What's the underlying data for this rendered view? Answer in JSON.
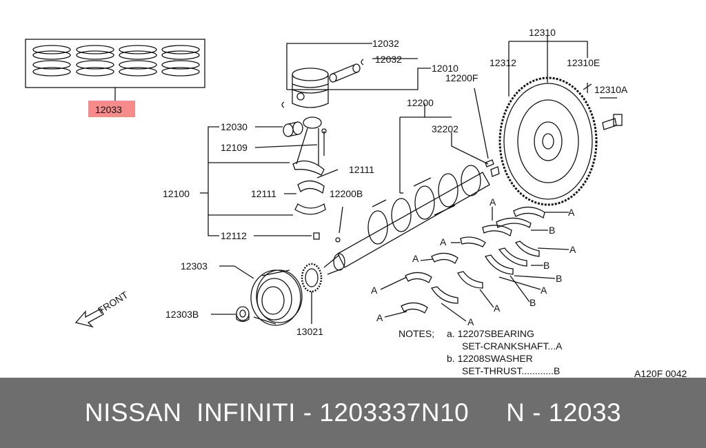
{
  "colors": {
    "highlight": "#f58b8b",
    "footer_bg": "#6e6e6e",
    "line": "#111111"
  },
  "labels": {
    "p12033": "12033",
    "p12032a": "12032",
    "p12032b": "12032",
    "p12010": "12010",
    "p12030": "12030",
    "p12109": "12109",
    "p12111a": "12111",
    "p12111b": "12111",
    "p12100": "12100",
    "p12112": "12112",
    "p12200": "12200",
    "p32202": "32202",
    "p12200F": "12200F",
    "p12200B": "12200B",
    "p12310": "12310",
    "p12312": "12312",
    "p12310E": "12310E",
    "p12310A": "12310A",
    "p12303": "12303",
    "p12303B": "12303B",
    "p13021": "13021",
    "front": "FRONT",
    "figure_code": "A120F 0042"
  },
  "bearing_marks": {
    "a": "A",
    "b": "B"
  },
  "notes": {
    "title": "NOTES;",
    "a_line1": "a.  12207SBEARING",
    "a_line2": "SET-CRANKSHAFT...A",
    "b_line1": "b.  12208SWASHER",
    "b_line2": "SET-THRUST............B"
  },
  "footer": {
    "text": "NISSAN  INFINITI - 1203337N10     N - 12033"
  }
}
